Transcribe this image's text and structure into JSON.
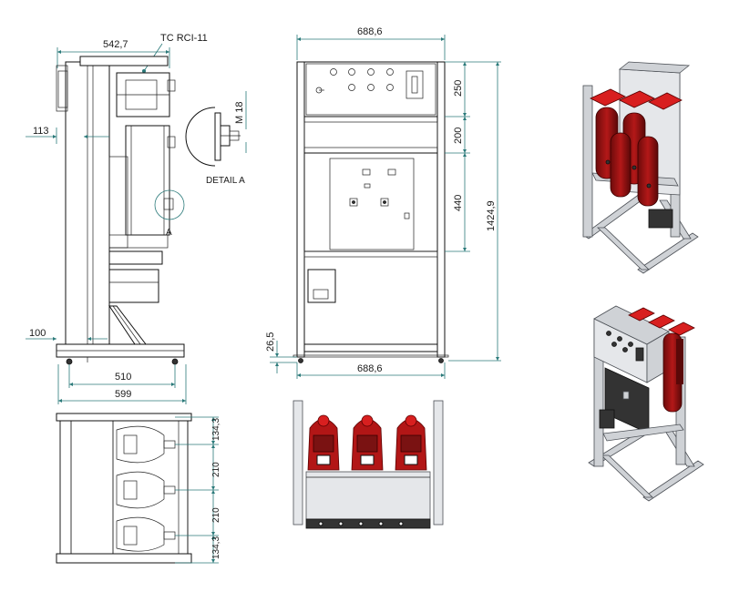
{
  "side_view": {
    "dim_top": "542,7",
    "part_label": "TC RCI-11",
    "dim_left_offset": "113",
    "dim_base_offset": "100",
    "dim_base_inner": "510",
    "dim_base_outer": "599",
    "detail_marker": "A"
  },
  "detail": {
    "dim_thread": "M 18",
    "label": "DETAIL A"
  },
  "front_view": {
    "dim_width_top": "688,6",
    "dim_width_bottom": "688,6",
    "dim_section_1": "250",
    "dim_section_2": "200",
    "dim_section_3": "440",
    "dim_total_height": "1424,9",
    "dim_foot": "26,5"
  },
  "top_view": {
    "dim_a": "134,3",
    "dim_b": "210",
    "dim_c": "210",
    "dim_d": "134,3"
  },
  "colors": {
    "dimension_line": "#2b7a7a",
    "insulator_red": "#b21616",
    "frame_steel": "#cfd2d6"
  }
}
